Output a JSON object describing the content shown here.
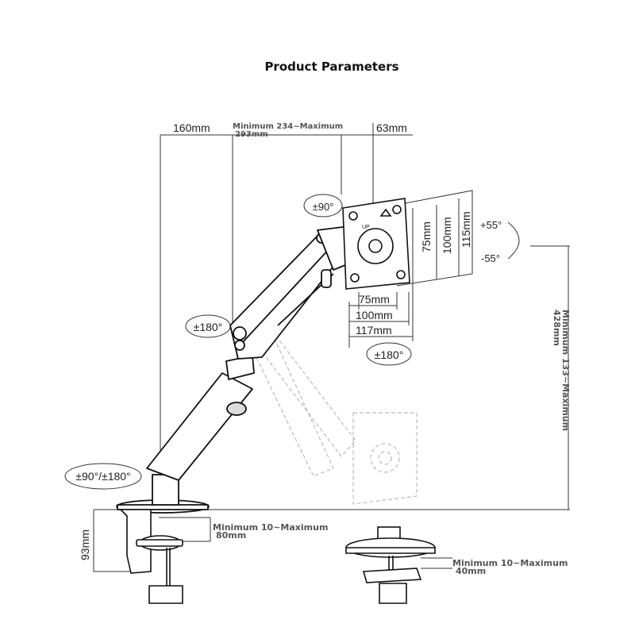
{
  "title": "Product Parameters",
  "dimensions": {
    "top_left_width": "160mm",
    "arm_length_line1": "Minimum 234~Maximum",
    "arm_length_line2": "293mm",
    "vesa_offset": "63mm",
    "vesa_h1": "75mm",
    "vesa_h2": "100mm",
    "vesa_h3": "117mm",
    "vesa_v1": "75mm",
    "vesa_v2": "100mm",
    "vesa_v3": "115mm",
    "height_range_line1": "Minimum 133~Maximum",
    "height_range_line2": "428mm",
    "clamp_height": "93mm",
    "clamp_range_line1": "Minimum 10~Maximum",
    "clamp_range_line2": "80mm",
    "grommet_range_line1": "Minimum 10~Maximum",
    "grommet_range_line2": "40mm"
  },
  "rotations": {
    "rotate": "±90°",
    "tilt_up": "+55°",
    "tilt_down": "-55°",
    "swivel_head": "±180°",
    "swivel_elbow": "±180°",
    "swivel_base": "±90°/±180°"
  }
}
